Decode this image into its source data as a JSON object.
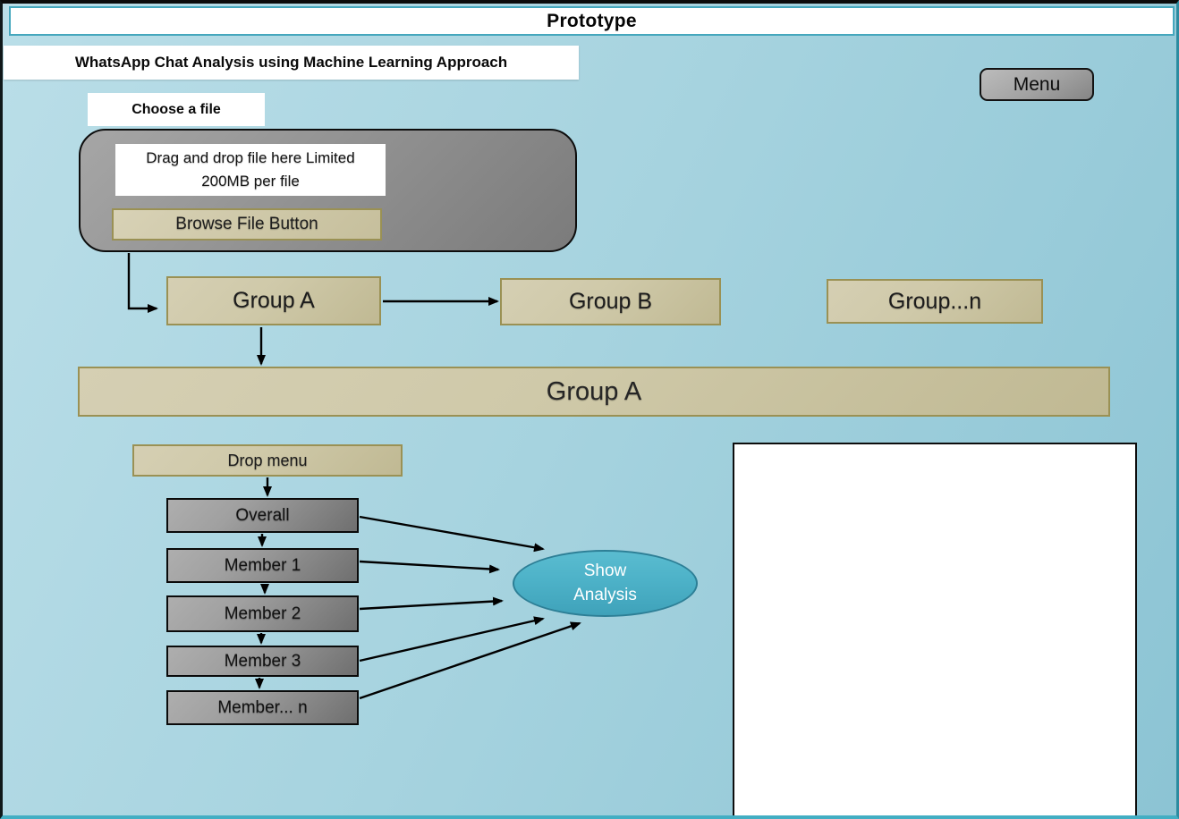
{
  "page": {
    "title": "Prototype"
  },
  "header": {
    "heading": "WhatsApp Chat Analysis using Machine Learning Approach",
    "menu_label": "Menu"
  },
  "uploader": {
    "label": "Choose a file",
    "drop_line1": "Drag and drop file here Limited",
    "drop_line2": "200MB per file",
    "browse_label": "Browse File Button"
  },
  "groups": {
    "group_a": "Group A",
    "group_b": "Group B",
    "group_n": "Group...n",
    "selected_group": "Group A"
  },
  "members": {
    "drop_menu": "Drop menu",
    "items": [
      "Overall",
      "Member 1",
      "Member 2",
      "Member 3",
      "Member... n"
    ]
  },
  "analysis": {
    "line1": "Show",
    "line2": "Analysis"
  },
  "colors": {
    "background_top": "#badee8",
    "background_bottom": "#8cc4d4",
    "panel_white": "#ffffff",
    "title_border_teal": "#45a7bd",
    "tan_fill": "#cfc9a9",
    "tan_fill_dark": "#c0b993",
    "tan_border": "#9a9154",
    "gray_fill": "#a0a0a0",
    "gray_fill_dark": "#6f6f6f",
    "gray_border": "#0a0a0a",
    "container_gray": "#a6a6a6",
    "container_gray_dark": "#7b7b7b",
    "ellipse_fill": "#4db2c8",
    "ellipse_border": "#2d7f96",
    "arrow_black": "#000000"
  }
}
